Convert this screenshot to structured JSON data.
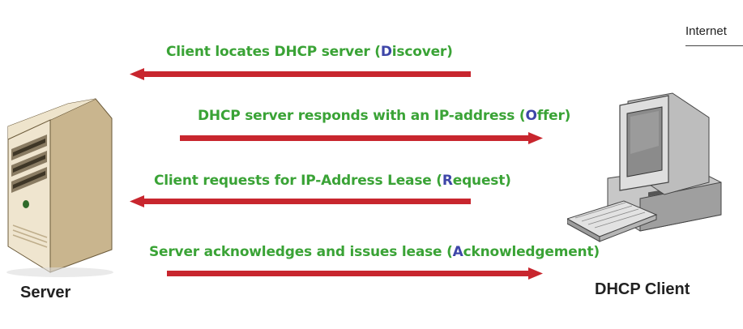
{
  "header": {
    "label": "Internet"
  },
  "messages": [
    {
      "before": "Client locates DHCP server (",
      "letter": "D",
      "after": "iscover)",
      "direction": "left"
    },
    {
      "before": "DHCP server responds with an IP-address (",
      "letter": "O",
      "after": "ffer)",
      "direction": "right"
    },
    {
      "before": "Client requests for IP-Address Lease (",
      "letter": "R",
      "after": "equest)",
      "direction": "left"
    },
    {
      "before": "Server acknowledges and issues lease (",
      "letter": "A",
      "after": "cknowledgement)",
      "direction": "right"
    }
  ],
  "devices": {
    "server_label": "Server",
    "client_label": "DHCP Client"
  },
  "colors": {
    "message_text": "#3aa336",
    "highlight_letter": "#3e46a8",
    "arrow": "#c8262e"
  }
}
